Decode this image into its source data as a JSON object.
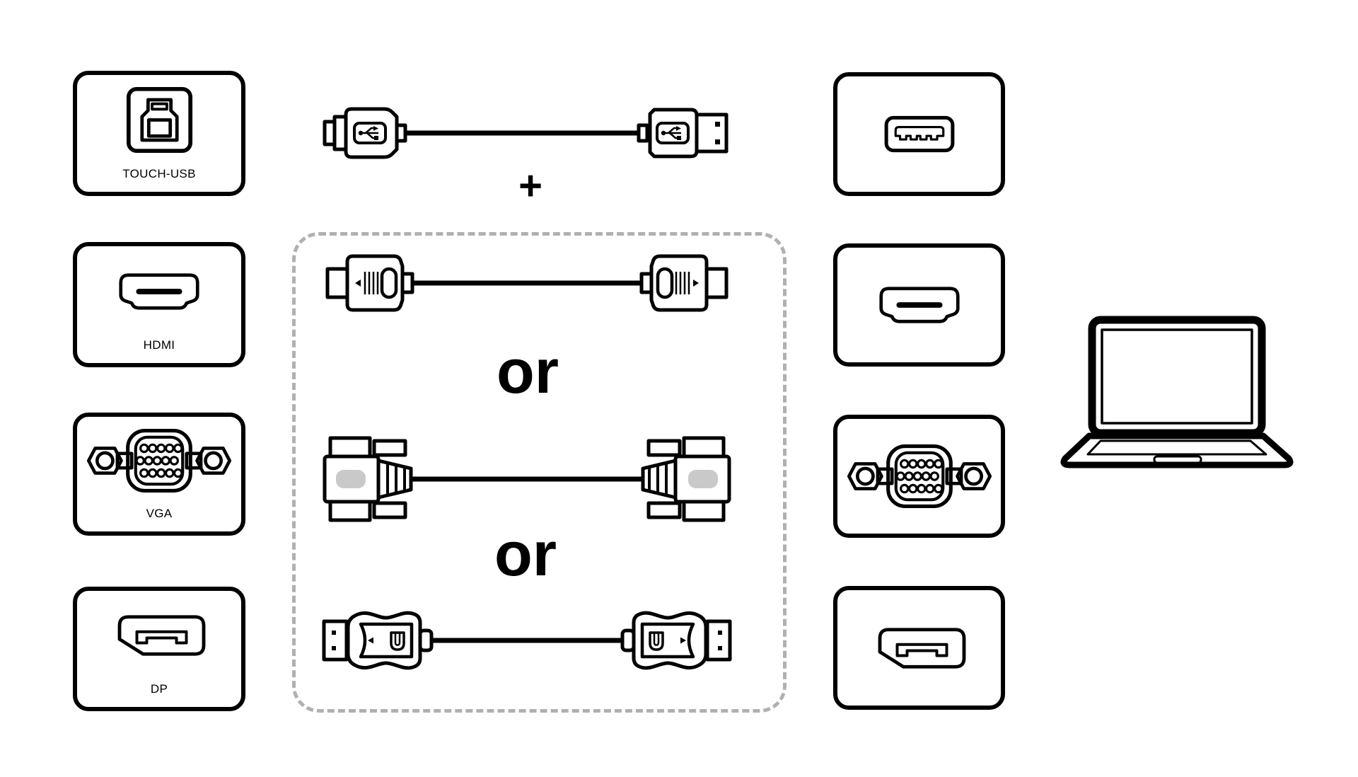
{
  "diagram_title": "display-to-laptop-connection-options",
  "ports": {
    "left": [
      {
        "label": "TOUCH-USB",
        "icon": "usb-b-port-icon"
      },
      {
        "label": "HDMI",
        "icon": "hdmi-port-icon"
      },
      {
        "label": "VGA",
        "icon": "vga-port-icon"
      },
      {
        "label": "DP",
        "icon": "dp-port-icon"
      }
    ],
    "right": [
      {
        "icon": "usb-a-port-icon"
      },
      {
        "icon": "hdmi-port-icon"
      },
      {
        "icon": "vga-port-icon"
      },
      {
        "icon": "dp-port-icon"
      }
    ]
  },
  "operators": {
    "plus": "+",
    "or_1": "or",
    "or_2": "or"
  },
  "cables": [
    {
      "name": "usb-touch-cable"
    },
    {
      "name": "hdmi-cable"
    },
    {
      "name": "vga-cable"
    },
    {
      "name": "displayport-cable"
    }
  ],
  "laptop": {
    "name": "laptop"
  },
  "colors": {
    "line": "#000000",
    "background": "#ffffff",
    "dashed_box": "#b0b0b0",
    "vga_grip": "#c9c9c9"
  }
}
